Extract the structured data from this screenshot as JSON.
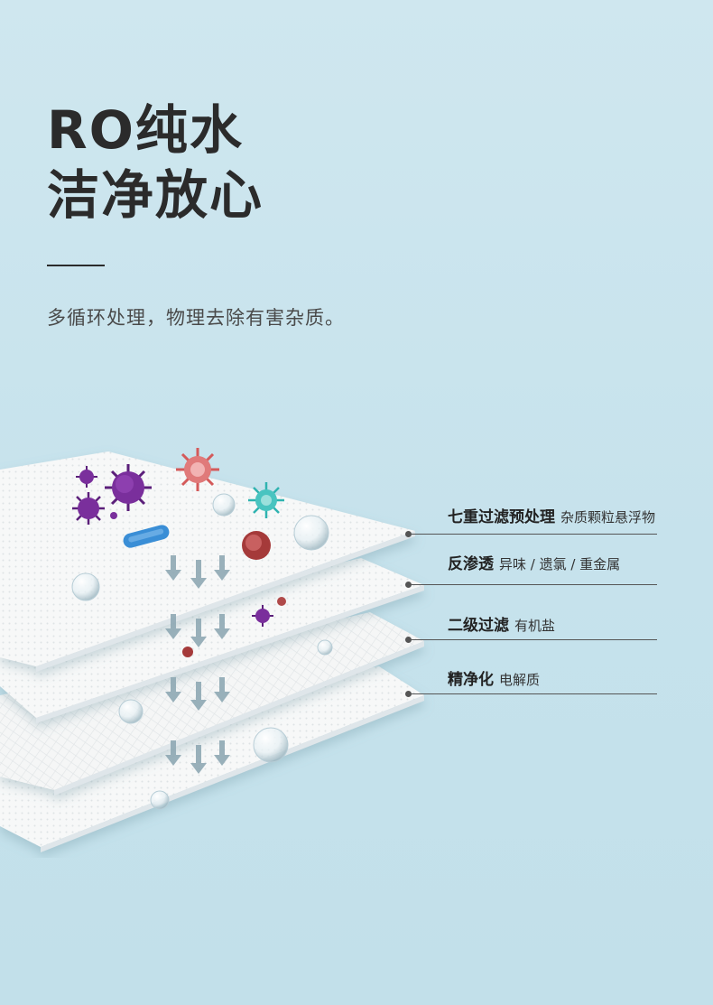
{
  "headline": {
    "line1": "RO纯水",
    "line2": "洁净放心"
  },
  "subtitle": "多循环处理，物理去除有害杂质。",
  "layers": [
    {
      "name": "七重过滤预处理",
      "desc": "杂质颗粒悬浮物"
    },
    {
      "name": "反渗透",
      "desc": "异味 / 遗氯 / 重金属"
    },
    {
      "name": "二级过滤",
      "desc": "有机盐"
    },
    {
      "name": "精净化",
      "desc": "电解质"
    }
  ],
  "colors": {
    "background": "#c6e2ec",
    "headline": "#2b2b2b",
    "virus_purple": "#7a2f9c",
    "virus_red": "#d45a5a",
    "virus_teal": "#2fb3b0",
    "bacteria_blue": "#3a8ed6",
    "arrow": "#8fa9b4"
  },
  "icons": [
    "virus-icon",
    "bacteria-icon",
    "water-droplet-icon",
    "down-arrow-icon"
  ]
}
